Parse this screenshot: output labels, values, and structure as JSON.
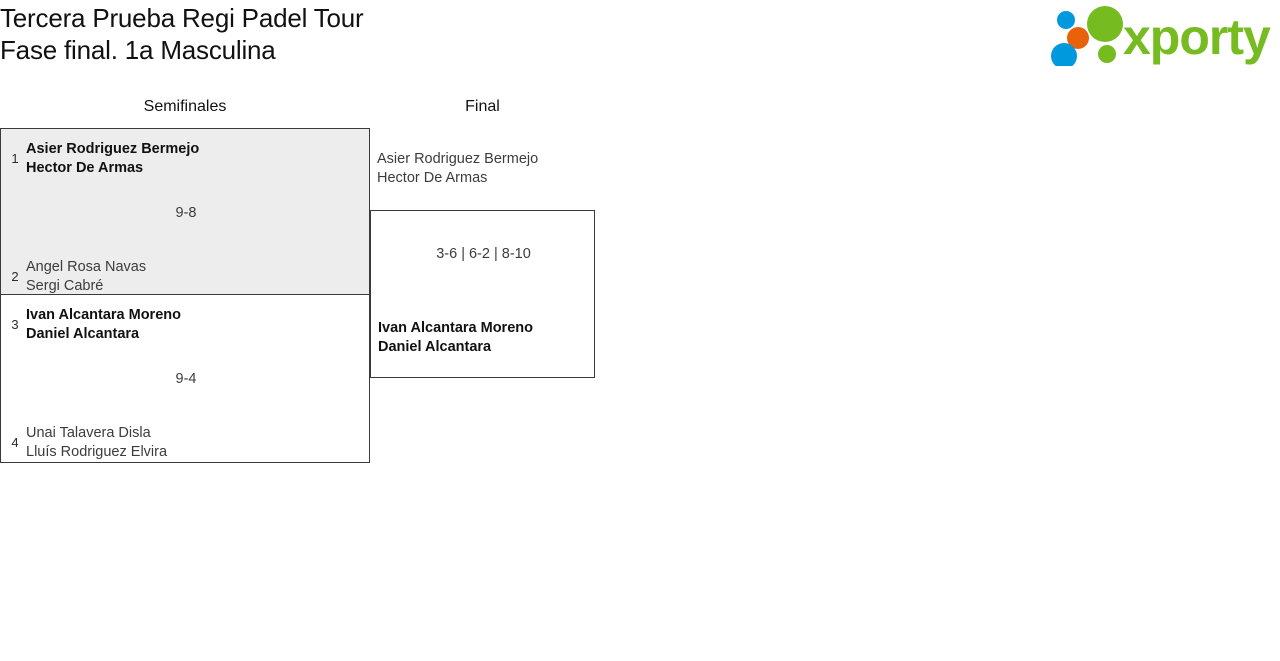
{
  "header": {
    "title_line1": "Tercera Prueba Regi Padel Tour",
    "title_line2": "Fase final. 1a Masculina"
  },
  "logo": {
    "wordmark": "xporty",
    "colors": {
      "green": "#76bc21",
      "orange": "#e8620c",
      "blue": "#0099dd"
    },
    "dots": [
      {
        "name": "blue-small-top",
        "color": "#0099dd"
      },
      {
        "name": "orange-mid",
        "color": "#e8620c"
      },
      {
        "name": "blue-large-bottom",
        "color": "#0099dd"
      },
      {
        "name": "green-large-top",
        "color": "#76bc21"
      },
      {
        "name": "green-small-bottom",
        "color": "#76bc21"
      }
    ]
  },
  "bracket": {
    "rounds": [
      {
        "label": "Semifinales"
      },
      {
        "label": "Final"
      }
    ],
    "semifinals": [
      {
        "highlighted": true,
        "score": "9-8",
        "top": {
          "seed": "1",
          "winner": true,
          "player1": "Asier Rodriguez Bermejo",
          "player2": "Hector De Armas"
        },
        "bottom": {
          "seed": "2",
          "winner": false,
          "player1": "Angel Rosa Navas",
          "player2": "Sergi Cabré"
        }
      },
      {
        "highlighted": false,
        "score": "9-4",
        "top": {
          "seed": "3",
          "winner": true,
          "player1": "Ivan Alcantara Moreno",
          "player2": "Daniel Alcantara"
        },
        "bottom": {
          "seed": "4",
          "winner": false,
          "player1": "Unai Talavera Disla",
          "player2": "Lluís Rodriguez Elvira"
        }
      }
    ],
    "final": {
      "score": "3-6 | 6-2 | 8-10",
      "runnerup": {
        "winner": false,
        "player1": "Asier Rodriguez Bermejo",
        "player2": "Hector De Armas"
      },
      "champion": {
        "winner": true,
        "player1": "Ivan Alcantara Moreno",
        "player2": "Daniel Alcantara"
      }
    }
  },
  "colors": {
    "highlight_background": "#ededed",
    "border": "#3a3a3a",
    "text": "#3c3c3c",
    "text_strong": "#111111"
  }
}
